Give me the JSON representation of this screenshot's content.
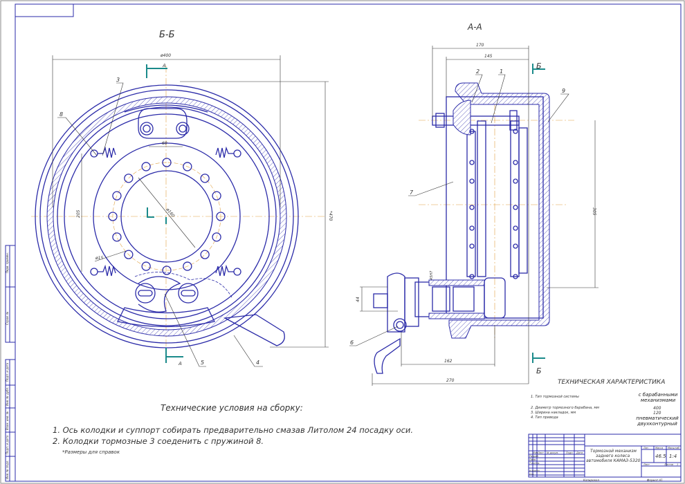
{
  "sheet": {
    "frame_color": "#2a2aa8",
    "line_color": "#2a2aa8",
    "axis_color": "#e0a040",
    "cut_marker_color": "#1a8a8a"
  },
  "view_left": {
    "title": "Б-Б",
    "section_mark": "А",
    "dims": {
      "outer_diameter": "ø400",
      "height": "*470",
      "spring_span": "205",
      "pin_distance": "60",
      "hub_diameter": "ø160",
      "hole_diameter": "ø15"
    },
    "callouts": [
      "3",
      "8",
      "5",
      "4"
    ]
  },
  "view_right": {
    "title": "А-А",
    "section_mark": "Б",
    "dims": {
      "width_overall": "170",
      "width_inner": "145",
      "height": "305",
      "offset": "44",
      "chamber_distance": "162",
      "length_overall": "270",
      "fit": "45H7"
    },
    "callouts": [
      "2",
      "1",
      "9",
      "7",
      "6"
    ]
  },
  "notes": {
    "heading": "Технические условия на сборку:",
    "items": [
      "1. Ось колодки и суппорт собирать предварительно смазав Литолом 24 посадку оси.",
      "2. Колодки тормозные 3 соеденить с пружиной 8."
    ],
    "footnote": "*Размеры для справок"
  },
  "specs": {
    "heading": "ТЕХНИЧЕСКАЯ ХАРАКТЕРИСТИКА",
    "rows": [
      {
        "label": "1. Тип тормозной системы",
        "value": "с барабанными механизмами"
      },
      {
        "label": "2. Диаметр тормозного барабана, мм",
        "value": "400"
      },
      {
        "label": "3. Ширина накладок, мм",
        "value": "120"
      },
      {
        "label": "4. Тип привода",
        "value": "пневматический двухконтурный"
      }
    ]
  },
  "title_block": {
    "name_line1": "Тормозной механизм",
    "name_line2": "заднего колеса",
    "name_line3": "автомобиля КАМАЗ-5320",
    "col_headers": [
      "Изм",
      "Лист",
      "№ докум.",
      "Подп.",
      "Дата"
    ],
    "row_labels": [
      "Разраб.",
      "Пров.",
      "Т.контр.",
      "",
      "Н.контр.",
      "Утв."
    ],
    "lit_header": "Лит.",
    "mass_header": "Масса",
    "scale_header": "Масштаб",
    "mass": "46.5",
    "scale": "1:4",
    "sheet_label": "Лист",
    "sheets_label": "Листов",
    "sheets": "1",
    "copied": "Копировал",
    "format": "Формат   А1"
  },
  "side_stamps": [
    "Перв. примен.",
    "Справ. №",
    "Подп. и дата",
    "Инв. № дубл.",
    "Взам. инв. №",
    "Подп. и дата",
    "Инв. № подл."
  ]
}
